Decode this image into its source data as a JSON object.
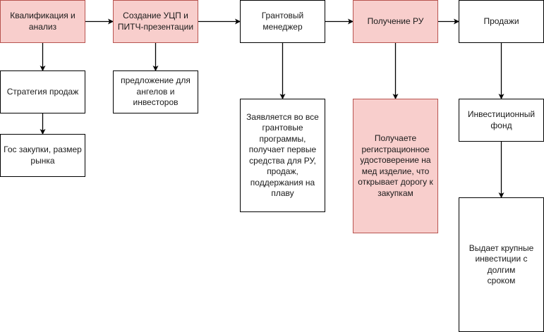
{
  "diagram": {
    "nodes": [
      {
        "id": "kvalifikaciya",
        "text": "Квалификация и\nанализ",
        "style": "pink"
      },
      {
        "id": "sozdanie-ucp",
        "text": "Создание УЦП и\nПИТЧ-презентации",
        "style": "pink"
      },
      {
        "id": "grantovyi-menedzher",
        "text": "Грантовый\nменеджер",
        "style": "plain"
      },
      {
        "id": "poluchenie-ru",
        "text": "Получение РУ",
        "style": "pink"
      },
      {
        "id": "prodazhi",
        "text": "Продажи",
        "style": "plain"
      },
      {
        "id": "strategiya-prodazh",
        "text": "Стратегия продаж",
        "style": "plain"
      },
      {
        "id": "gos-zakupki",
        "text": "Гос закупки, размер\nрынка",
        "style": "plain"
      },
      {
        "id": "predlozhenie",
        "text": "предложение для\nангелов и\nинвесторов",
        "style": "plain"
      },
      {
        "id": "zayavlyaetsya",
        "text": "Заявляется во все\nгрантовые\nпрограммы,\nполучает первые\nсредства для РУ,\nпродаж,\nподдержания на\nплаву",
        "style": "plain"
      },
      {
        "id": "poluchaete-ru",
        "text": "Получаете\nрегистрационное\nудостоверение на\nмед изделие, что\nоткрывает дорогу к\nзакупкам",
        "style": "pink"
      },
      {
        "id": "investfond",
        "text": "Инвестиционный\nфонд",
        "style": "plain"
      },
      {
        "id": "vydaet",
        "text": "Выдает крупные\nинвестиции с долгим\nсроком",
        "style": "plain"
      }
    ],
    "edges": [
      {
        "from": "kvalifikaciya",
        "to": "sozdanie-ucp"
      },
      {
        "from": "sozdanie-ucp",
        "to": "grantovyi-menedzher"
      },
      {
        "from": "grantovyi-menedzher",
        "to": "poluchenie-ru"
      },
      {
        "from": "poluchenie-ru",
        "to": "prodazhi"
      },
      {
        "from": "kvalifikaciya",
        "to": "strategiya-prodazh"
      },
      {
        "from": "strategiya-prodazh",
        "to": "gos-zakupki"
      },
      {
        "from": "sozdanie-ucp",
        "to": "predlozhenie"
      },
      {
        "from": "grantovyi-menedzher",
        "to": "zayavlyaetsya"
      },
      {
        "from": "poluchenie-ru",
        "to": "poluchaete-ru"
      },
      {
        "from": "prodazhi",
        "to": "investfond"
      },
      {
        "from": "investfond",
        "to": "vydaet"
      }
    ],
    "colors": {
      "highlight_fill": "#f8cecc",
      "highlight_stroke": "#b85450",
      "default_fill": "#ffffff",
      "default_stroke": "#000000"
    }
  }
}
